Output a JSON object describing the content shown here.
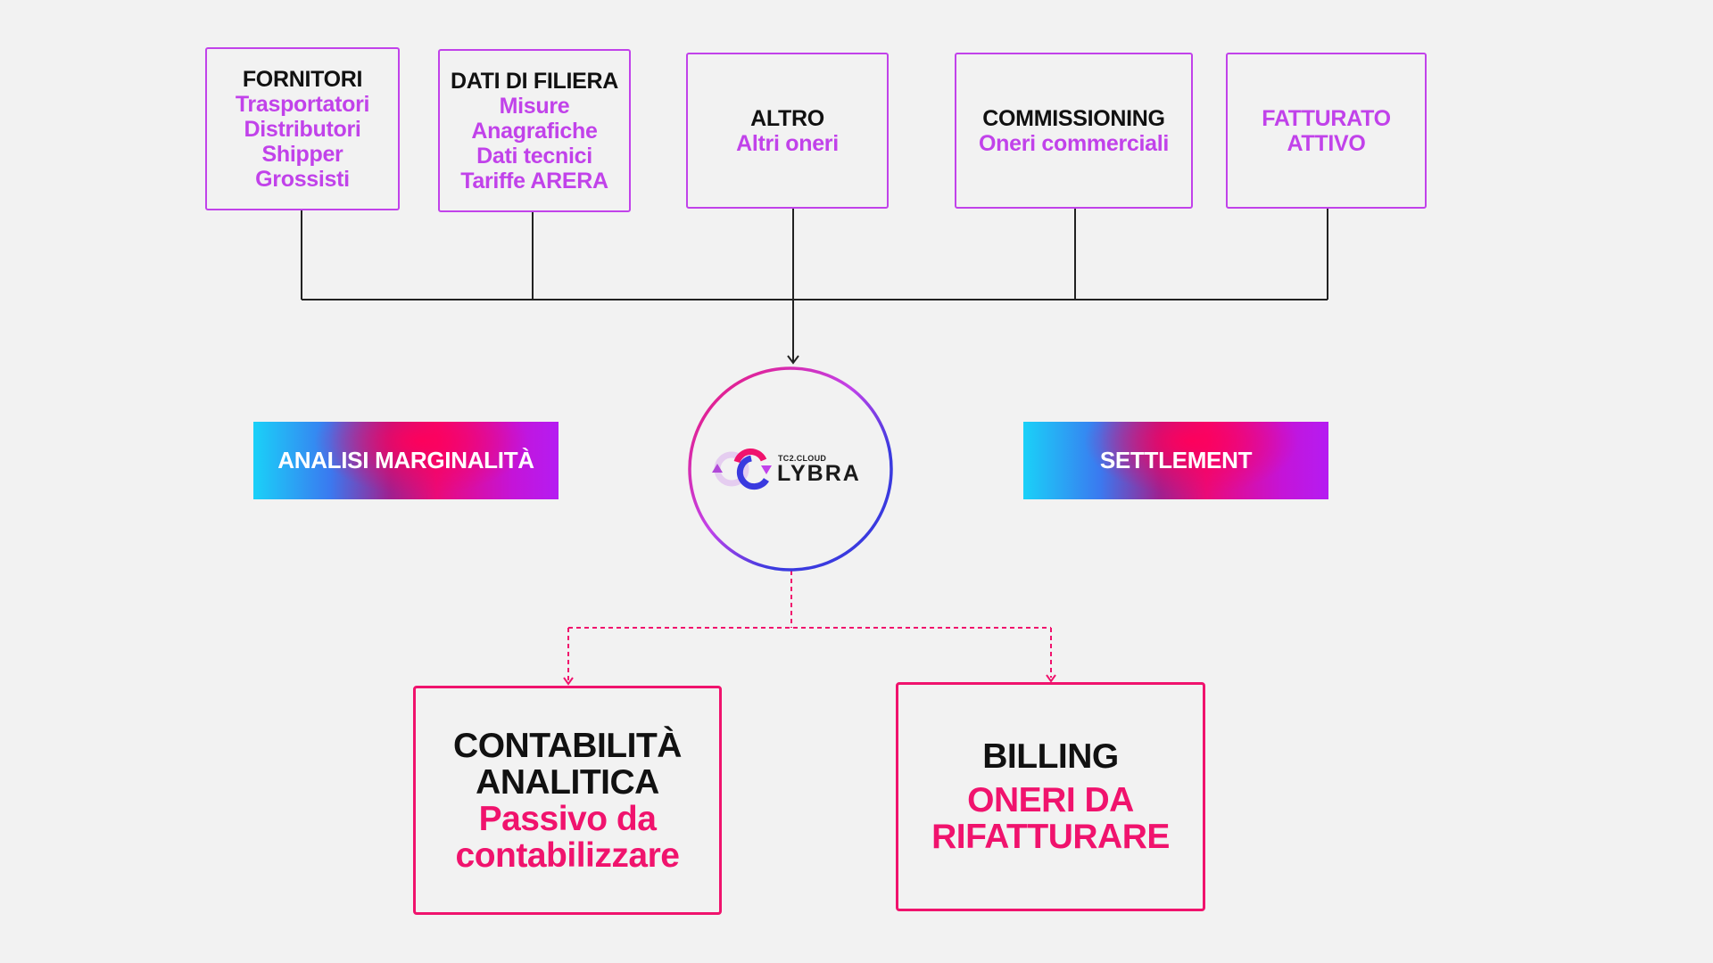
{
  "sources": [
    {
      "title": "FORNITORI",
      "items": [
        "Trasportatori",
        "Distributori",
        "Shipper",
        "Grossisti"
      ]
    },
    {
      "title": "DATI DI FILIERA",
      "items": [
        "Misure",
        "Anagrafiche",
        "Dati tecnici",
        "Tariffe ARERA"
      ]
    },
    {
      "title": "ALTRO",
      "items": [
        "Altri oneri"
      ]
    },
    {
      "title": "COMMISSIONING",
      "items": [
        "Oneri commerciali"
      ]
    },
    {
      "title": "",
      "items": [
        "FATTURATO",
        "ATTIVO"
      ]
    }
  ],
  "center": {
    "brand_small": "TC2.CLOUD",
    "brand": "LYBRA"
  },
  "side_labels": {
    "left": "ANALISI MARGINALITÀ",
    "right": "SETTLEMENT"
  },
  "outputs": [
    {
      "title_lines": [
        "CONTABILITÀ",
        "ANALITICA"
      ],
      "sub_lines": [
        "Passivo da",
        "contabilizzare"
      ]
    },
    {
      "title_lines": [
        "BILLING"
      ],
      "sub_lines": [
        "ONERI DA",
        "RIFATTURARE"
      ]
    }
  ],
  "colors": {
    "purple": "#c142ea",
    "pink": "#f0136d",
    "blue": "#3a3adf",
    "background": "#f2f2f2"
  }
}
